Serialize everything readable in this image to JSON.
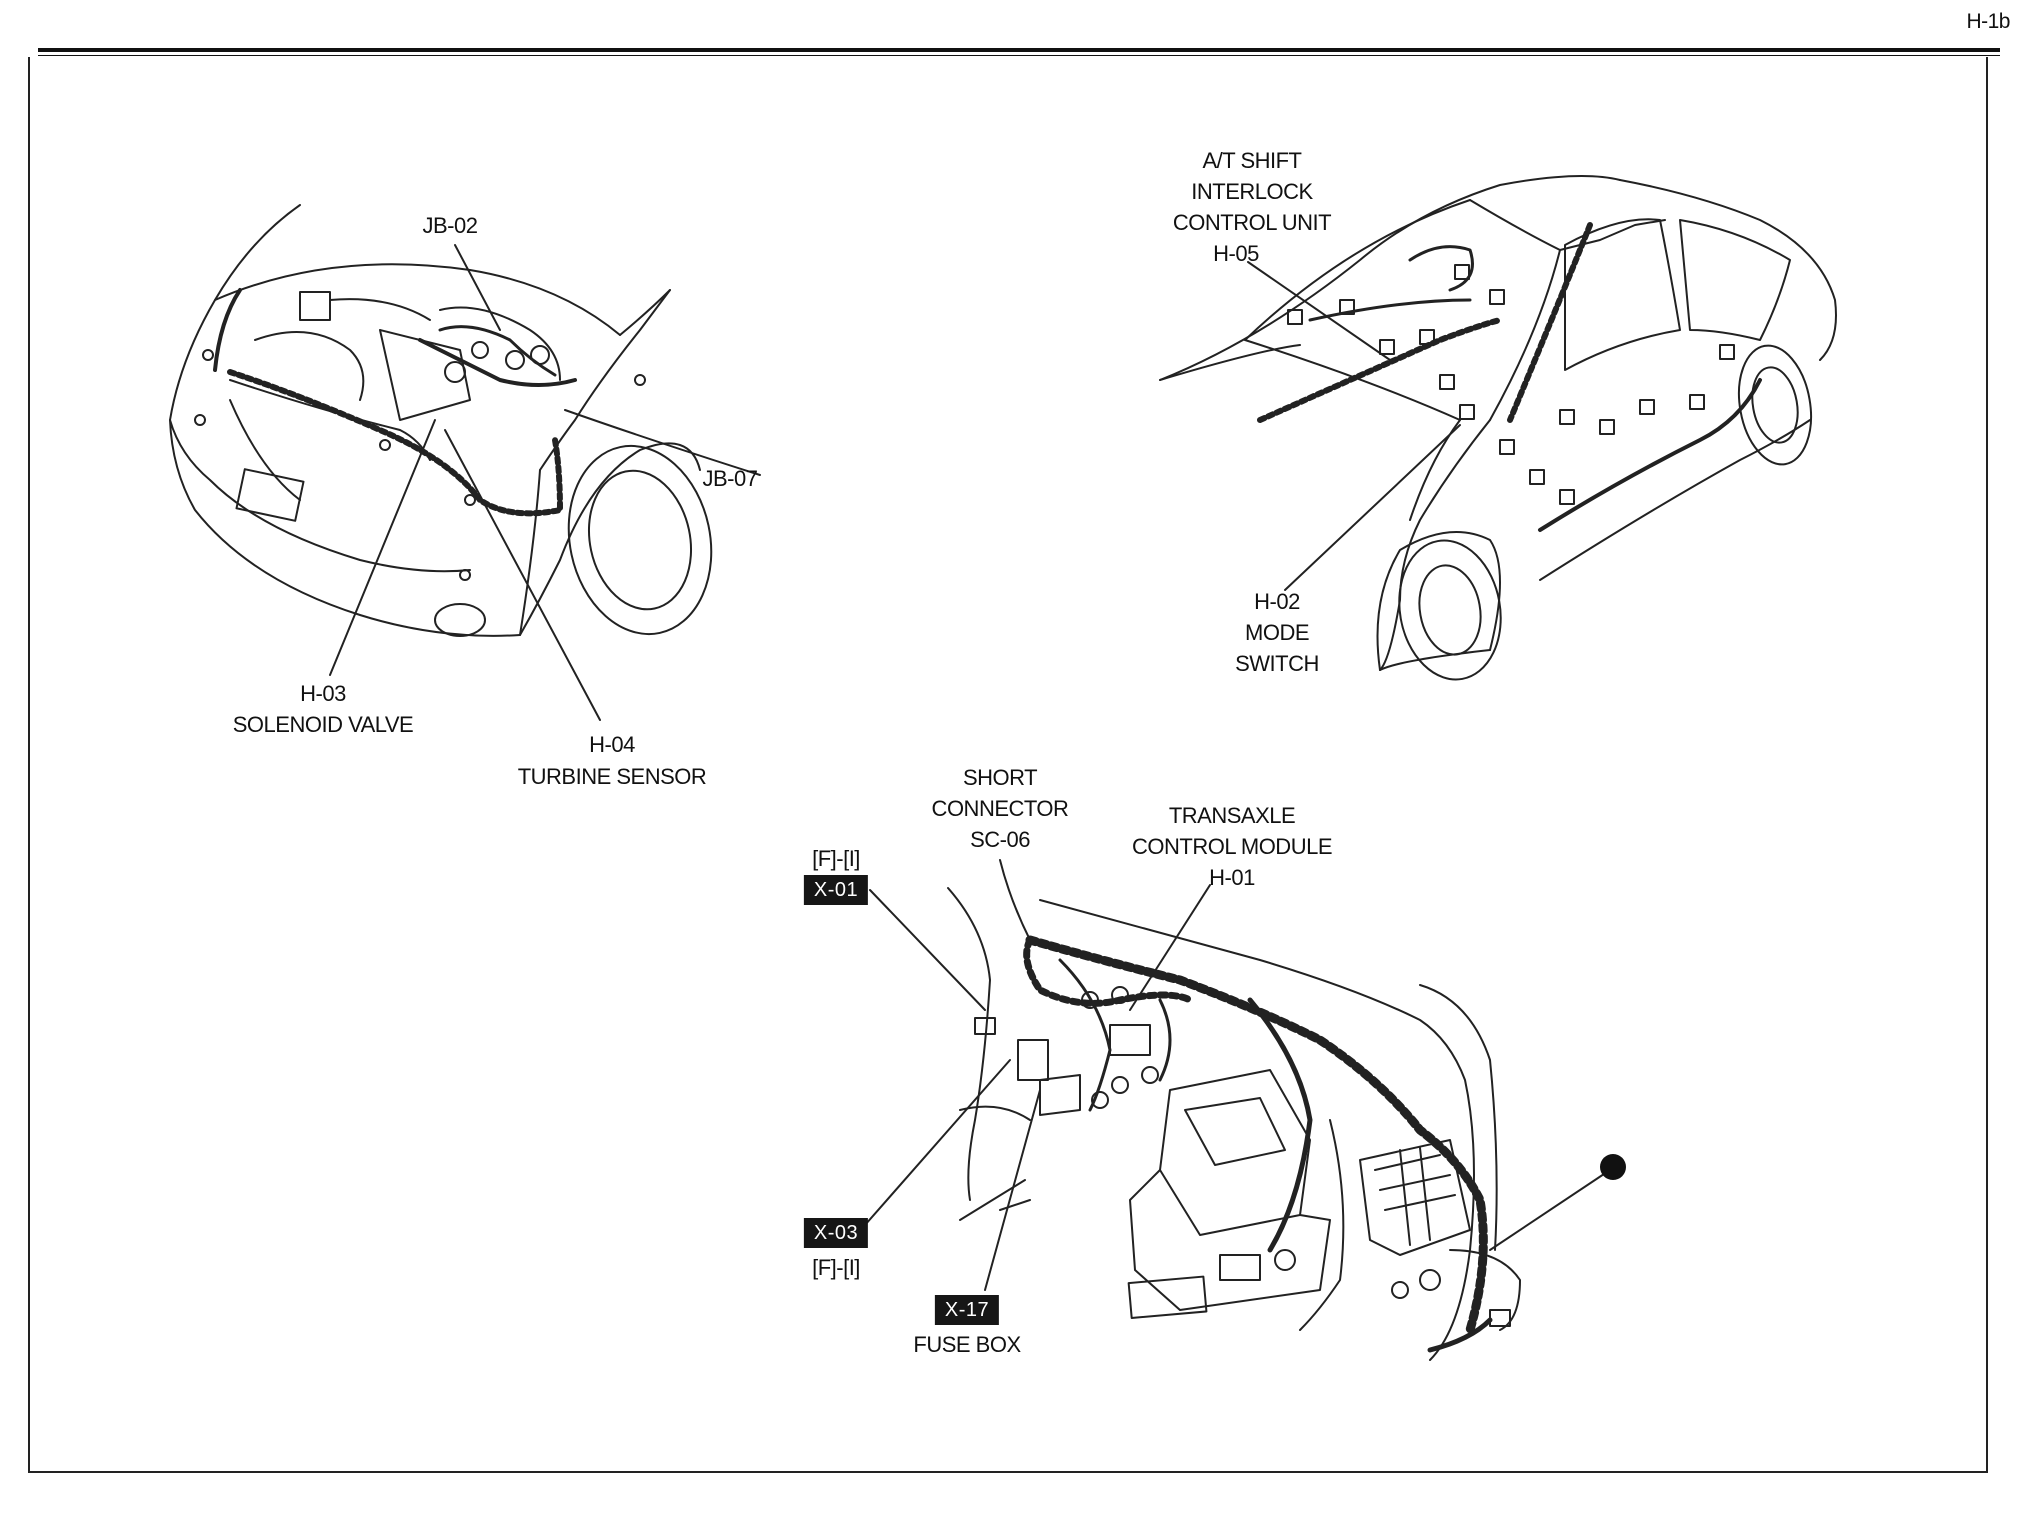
{
  "page_id": "H-1b",
  "front_view": {
    "jb02": "JB-02",
    "jb07": "JB-07",
    "h03_code": "H-03",
    "h03_name": "SOLENOID VALVE",
    "h04_code": "H-04",
    "h04_name": "TURBINE SENSOR"
  },
  "cabin_view": {
    "h05_l1": "A/T SHIFT",
    "h05_l2": "INTERLOCK",
    "h05_l3": "CONTROL UNIT",
    "h05_code": "H-05",
    "h02_code": "H-02",
    "h02_l1": "MODE",
    "h02_l2": "SWITCH"
  },
  "dash_view": {
    "sc_l1": "SHORT",
    "sc_l2": "CONNECTOR",
    "sc_code": "SC-06",
    "tcm_l1": "TRANSAXLE",
    "tcm_l2": "CONTROL MODULE",
    "tcm_code": "H-01",
    "x01_ref": "[F]-[I]",
    "x01": "X-01",
    "x03": "X-03",
    "x03_ref": "[F]-[I]",
    "x17": "X-17",
    "x17_name": "FUSE BOX"
  }
}
